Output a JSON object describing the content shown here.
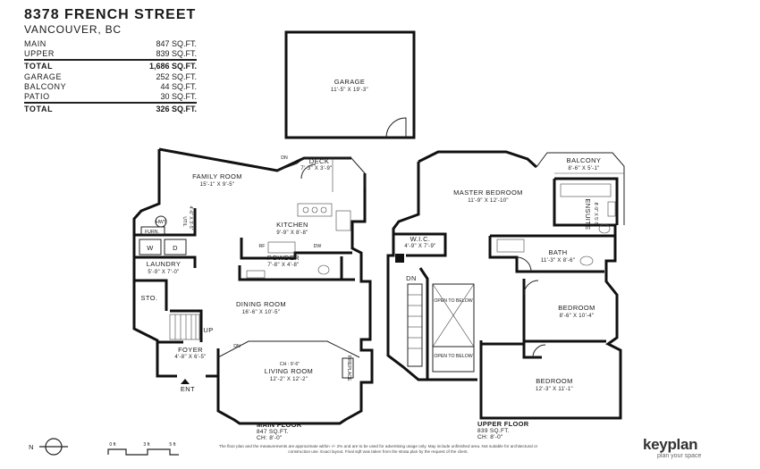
{
  "address": "8378 FRENCH STREET",
  "city": "VANCOUVER, BC",
  "areas": [
    {
      "label": "MAIN",
      "value": "847 SQ.FT."
    },
    {
      "label": "UPPER",
      "value": "839 SQ.FT."
    },
    {
      "label": "TOTAL",
      "value": "1,686 SQ.FT."
    },
    {
      "label": "GARAGE",
      "value": "252 SQ.FT."
    },
    {
      "label": "BALCONY",
      "value": "44 SQ.FT."
    },
    {
      "label": "PATIO",
      "value": "30 SQ.FT."
    },
    {
      "label": "TOTAL",
      "value": "326 SQ.FT."
    }
  ],
  "garage": {
    "name": "GARAGE",
    "dims": "11'-5\"  X  19'-3\""
  },
  "main_floor": {
    "title": "MAIN FLOOR",
    "area": "847 SQ.FT.",
    "ceiling": "CH: 8'-0\"",
    "rooms": {
      "family": {
        "name": "FAMILY ROOM",
        "dims": "15'-1\"  X  9'-5\""
      },
      "deck": {
        "name": "DECK",
        "dims": "7'-3\"  X  3'-9\""
      },
      "kitchen": {
        "name": "KITCHEN",
        "dims": "9'-9\"  X  8'-8\""
      },
      "powder": {
        "name": "POWDER",
        "dims": "7'-8\"  X  4'-8\""
      },
      "laundry": {
        "name": "LAUNDRY",
        "dims": "5'-9\"  X  7'-0\""
      },
      "dining": {
        "name": "DINING ROOM",
        "dims": "16'-6\"  X  10'-5\""
      },
      "foyer": {
        "name": "FOYER",
        "dims": "4'-8\"  X  6'-5\""
      },
      "living": {
        "name": "LIVING ROOM",
        "dims": "12'-2\"  X  12'-2\"",
        "ceiling": "CH : 9'-6\""
      }
    },
    "labels": {
      "hwt": "HWT",
      "furn": "FURN.",
      "util": "UTIL",
      "util_dims": "4'-6\" X 3'-5\"",
      "washer": "W",
      "dryer": "D",
      "storage": "STO.",
      "up": "UP",
      "dn_deck": "DN",
      "dn_living": "DN",
      "ent": "ENT",
      "fireplace": "FIREPLACE",
      "fridge": "RF",
      "dishwasher": "DW"
    }
  },
  "upper_floor": {
    "title": "UPPER FLOOR",
    "area": "839 SQ.FT.",
    "ceiling": "CH: 8'-0\"",
    "rooms": {
      "master": {
        "name": "MASTER BEDROOM",
        "dims": "11'-9\"  X  12'-10\""
      },
      "balcony": {
        "name": "BALCONY",
        "dims": "8'-6\"  X  5'-1\""
      },
      "ensuite": {
        "name": "ENSUITE",
        "dims": "8'-9\" X 5'-5\""
      },
      "wic": {
        "name": "W.I.C.",
        "dims": "4'-9\"  X  7'-9\""
      },
      "bath": {
        "name": "BATH",
        "dims": "11'-3\"  X  8'-6\""
      },
      "bedroom1": {
        "name": "BEDROOM",
        "dims": "8'-6\"  X  10'-4\""
      },
      "bedroom2": {
        "name": "BEDROOM",
        "dims": "12'-3\"  X  11'-1\""
      }
    },
    "labels": {
      "dn": "DN",
      "open1": "OPEN TO BELOW",
      "open2": "OPEN TO BELOW"
    }
  },
  "compass": "N",
  "scale": {
    "labels": [
      "0 ft",
      "3 ft",
      "5 ft"
    ]
  },
  "disclaimer": "The floor plan and the measurements are approximate within +/- 2% and are to be used for advertising usage only. May include unfinished area. Not suitable for architectural or construction use. Exact layout. Final sqft was taken from the strata plan by the request of the client.",
  "brand": {
    "name": "keyplan",
    "tagline": "plan your space"
  }
}
